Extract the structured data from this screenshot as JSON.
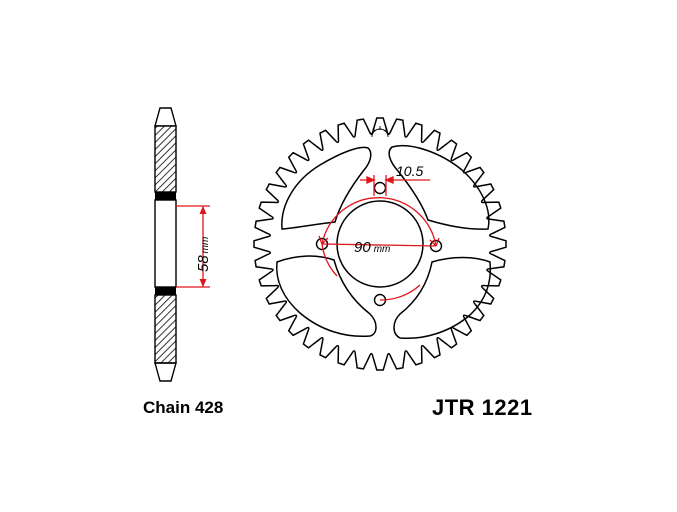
{
  "chain_text": "Chain 428",
  "part_number": "JTR 1221",
  "dimensions": {
    "side_width": {
      "value": "58",
      "unit": "mm"
    },
    "bolt_circle": {
      "value": "90",
      "unit": "mm"
    },
    "hole_diameter": {
      "value": "10.5"
    }
  },
  "sprocket": {
    "teeth": 40
  },
  "colors": {
    "outline": "#000000",
    "dimension": "#e0151b",
    "hatch": "#000000",
    "background": "#ffffff"
  }
}
